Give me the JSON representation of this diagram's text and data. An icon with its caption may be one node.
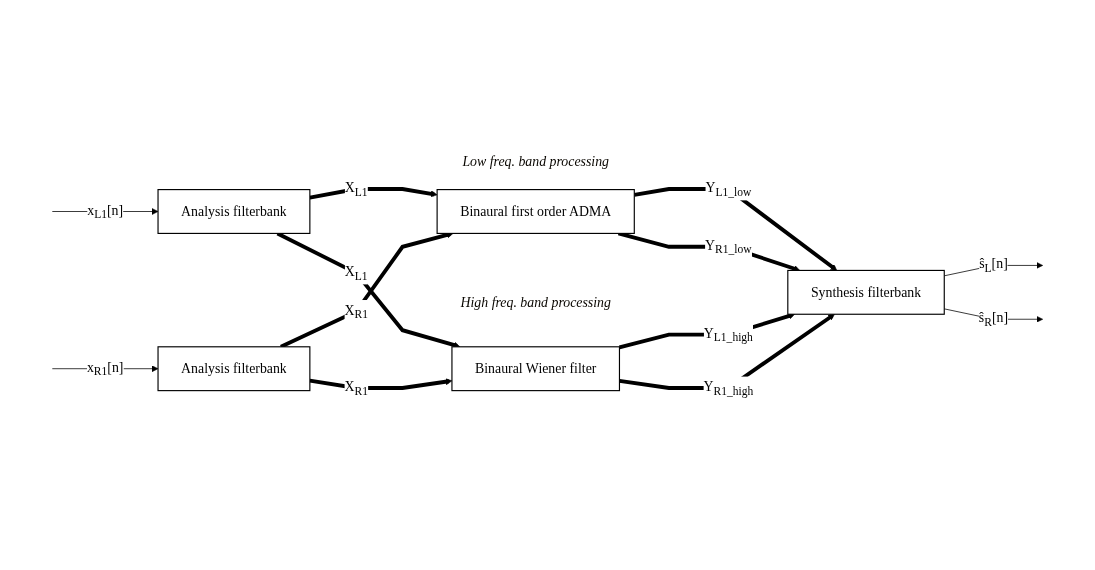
{
  "diagram": {
    "nodes": [
      {
        "text": [
          "Analysis filterbank"
        ]
      },
      {
        "text": [
          "Analysis filterbank"
        ]
      },
      {
        "text": [
          "Binaural first order ADMA"
        ],
        "beside": [
          "Low freq. band processing"
        ]
      },
      {
        "text": [
          "Binaural Wiener filter"
        ],
        "beside": [
          "High freq. band processing"
        ]
      },
      {
        "text": [
          "Synthesis filterbank"
        ]
      }
    ],
    "edges": [
      {
        "from": null,
        "to": 0,
        "arrow": "to",
        "label": "x$_{L1}$[n]"
      },
      {
        "from": null,
        "to": 1,
        "arrow": "to",
        "label": "x$_{R1}$[n]"
      },
      {
        "from": 0,
        "to": 2,
        "arrow": "to",
        "label": "X$_{L1}$"
      },
      {
        "from": 1,
        "to": 2,
        "arrow": "to",
        "label": "X$_{R1}$"
      },
      {
        "from": 1,
        "to": 3,
        "arrow": "to",
        "label": "X$_{R1}$"
      },
      {
        "from": 0,
        "to": 3,
        "arrow": "to",
        "label": "X$_{L1}$"
      },
      {
        "from": 2,
        "to": 4,
        "arrow": "to",
        "label": "Y$_{L1_low}$"
      },
      {
        "from": 2,
        "to": 4,
        "arrow": "to",
        "label": "Y$_{R1_low}$"
      },
      {
        "from": 3,
        "to": 4,
        "arrow": "to",
        "label": "Y$_{L1_high}$"
      },
      {
        "from": 3,
        "to": 4,
        "arrow": "to",
        "label": "Y$_{R1_high}$"
      },
      {
        "from": 4,
        "to": null,
        "arrow": "to",
        "label": "ŝ$_{L}$[n]"
      },
      {
        "from": 4,
        "to": null,
        "arrow": "to",
        "label": "ŝ$_{R}$[n]"
      }
    ]
  }
}
